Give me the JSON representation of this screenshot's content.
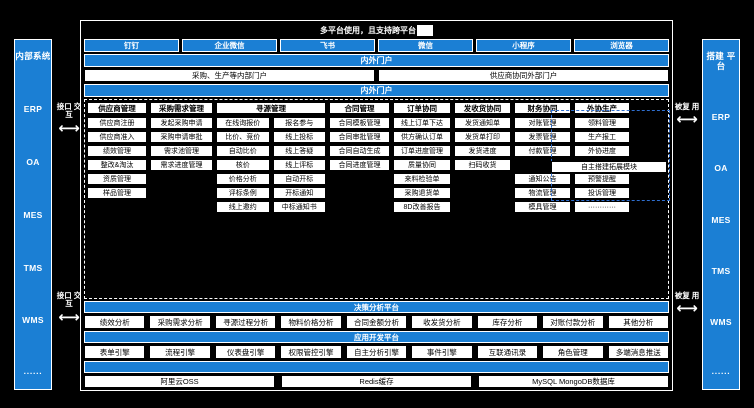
{
  "title": "多平台使用，且支持跨平台",
  "colors": {
    "accent": "#1b7fd4",
    "bg": "#000000",
    "panel": "#ffffff",
    "highlight": "#2f6fd0"
  },
  "left_rail": {
    "items": [
      "内部\n系统",
      "ERP",
      "OA",
      "MES",
      "TMS",
      "WMS",
      "······"
    ],
    "head": "内部系统",
    "i1": "ERP",
    "i2": "OA",
    "i3": "MES",
    "i4": "TMS",
    "i5": "WMS",
    "i6": "······"
  },
  "right_rail": {
    "head": "搭建\n平台",
    "i1": "ERP",
    "i2": "OA",
    "i3": "MES",
    "i4": "TMS",
    "i5": "WMS",
    "i6": "······"
  },
  "interactions": {
    "left_top": "接口\n交互",
    "left_bottom": "接口\n交互",
    "right_top": "被复\n用",
    "right_bottom": "被复\n用",
    "arrow": "⟷"
  },
  "platforms": [
    "钉钉",
    "企业微信",
    "飞书",
    "微信",
    "小程序",
    "浏览器"
  ],
  "portal_bar_1": "内外门户",
  "portals": [
    "采购、生产等内部门户",
    "供应商协同外部门户"
  ],
  "portal_bar_2": "内外门户",
  "grid": {
    "columns": [
      {
        "head": "供应商管理",
        "sub": [
          [
            "供应商注册",
            "供应商准入",
            "绩效管理",
            "整改&淘汰",
            "资质管理",
            "样品管理"
          ]
        ]
      },
      {
        "head": "采购需求管理",
        "sub": [
          [
            "发起采购申请",
            "采购申请审批",
            "需求池管理",
            "需求进度管理"
          ]
        ]
      },
      {
        "head": "寻源管理",
        "sub": [
          [
            "在线询报价",
            "比价、竞价",
            "自动比价",
            "核价",
            "价格分析",
            "评标条例",
            "线上邀约"
          ],
          [
            "报名参与",
            "线上投标",
            "线上答疑",
            "线上评标",
            "自动开标",
            "开标通知",
            "中标通知书"
          ]
        ]
      },
      {
        "head": "合同管理",
        "sub": [
          [
            "合同模板管理",
            "合同审批管理",
            "合同自动生成",
            "合同进度管理"
          ]
        ]
      },
      {
        "head": "订单协同",
        "sub": [
          [
            "线上订单下达",
            "供方确认订单",
            "订单进度管理",
            "质量协同",
            "来料检验单",
            "采购退货单",
            "8D改善报告"
          ]
        ]
      },
      {
        "head": "发收货协同",
        "sub": [
          [
            "发货通知单",
            "发货单打印",
            "发货进度",
            "扫码收货"
          ]
        ]
      },
      {
        "head": "财务协同",
        "sub": [
          [
            "对账管理",
            "发票管理",
            "付款管理"
          ]
        ]
      },
      {
        "head": "外协生产",
        "sub": [
          [
            "领料管理",
            "生产报工",
            "外协进度"
          ]
        ]
      }
    ],
    "extension": {
      "title": "自主搭建拓展模块",
      "left": [
        "通知公告",
        "物流管理",
        "模具管理"
      ],
      "right": [
        "预警提醒",
        "投诉管理",
        "············"
      ]
    }
  },
  "decision": {
    "title": "决策分析平台",
    "items": [
      "绩效分析",
      "采购需求分析",
      "寻源过程分析",
      "物料价格分析",
      "合同金额分析",
      "收发货分析",
      "库存分析",
      "对账付款分析",
      "其他分析"
    ]
  },
  "appdev": {
    "title": "应用开发平台",
    "items": [
      "表单引擎",
      "流程引擎",
      "仪表盘引擎",
      "权限管控引擎",
      "自主分析引擎",
      "事件引擎",
      "互联通讯录",
      "角色管理",
      "多端消息推送"
    ]
  },
  "infra": {
    "bar": "",
    "items": [
      "阿里云OSS",
      "Redis缓存",
      "MySQL MongoDB数据库"
    ]
  }
}
